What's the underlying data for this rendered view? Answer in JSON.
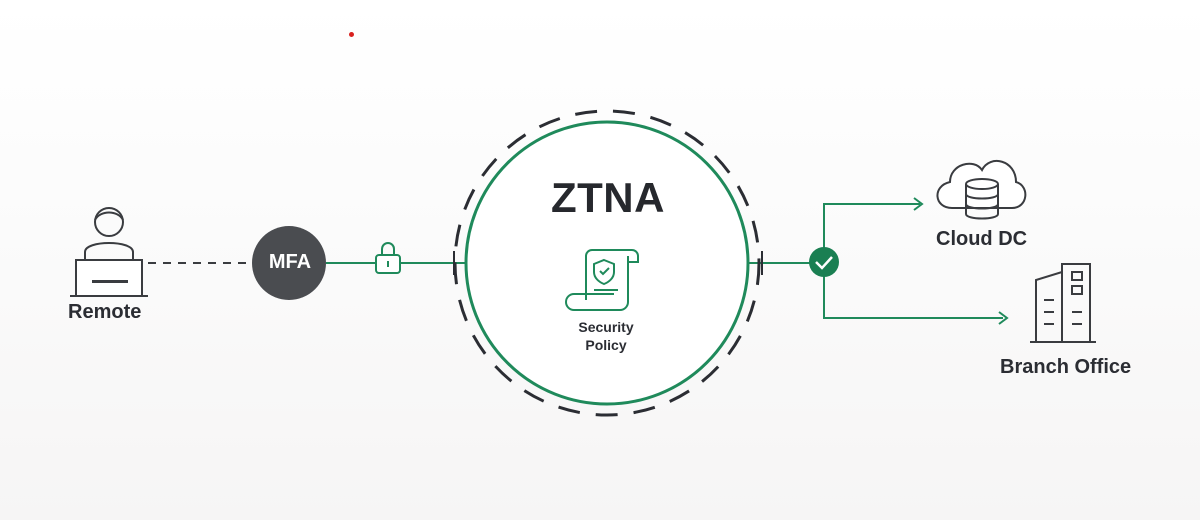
{
  "title": "ZTNA",
  "nodes": {
    "remote": {
      "label": "Remote"
    },
    "mfa": {
      "label": "MFA"
    },
    "policy": {
      "line1": "Security",
      "line2": "Policy"
    },
    "cloud_dc": {
      "label": "Cloud DC"
    },
    "branch_office": {
      "label": "Branch Office"
    }
  },
  "icons": [
    "user-laptop-icon",
    "lock-icon",
    "shield-document-icon",
    "check-icon",
    "cloud-database-icon",
    "building-icon"
  ],
  "colors": {
    "accent": "#1f8a5b",
    "check_fill": "#1a7f52",
    "mfa_fill": "#4a4c50",
    "text": "#2b2d33",
    "icon_stroke": "#3a3c40",
    "red_dot": "#d9211e"
  }
}
